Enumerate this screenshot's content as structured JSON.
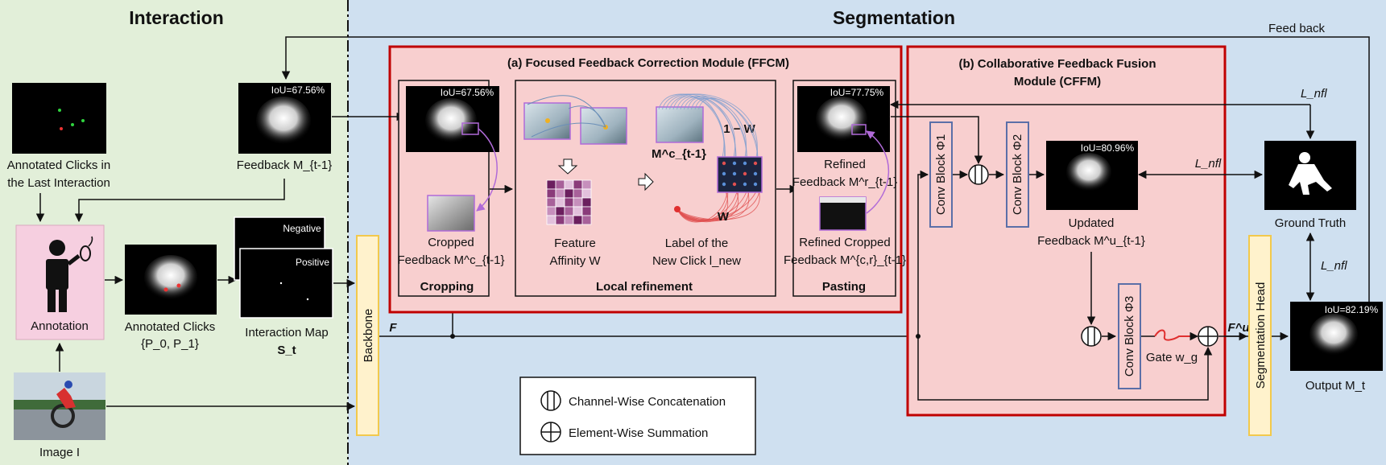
{
  "sections": {
    "interaction": "Interaction",
    "segmentation": "Segmentation"
  },
  "feedback_loop": {
    "label": "Feed back"
  },
  "interaction": {
    "last_clicks_label_1": "Annotated Clicks in",
    "last_clicks_label_2": "the Last Interaction",
    "feedback_iou": "IoU=67.56%",
    "feedback_label": "Feedback M_{t-1}",
    "annotation_label": "Annotation",
    "annotated_clicks_label": "Annotated Clicks",
    "annotated_clicks_set": "{P_0, P_1}",
    "negative_label": "Negative",
    "positive_label": "Positive",
    "interaction_map_label_1": "Interaction Map",
    "interaction_map_label_2": "S_t",
    "image_label": "Image I"
  },
  "backbone": {
    "label": "Backbone",
    "feature": "F"
  },
  "ffcm": {
    "title": "(a) Focused Feedback Correction Module (FFCM)",
    "cropping": {
      "iou": "IoU=67.56%",
      "crop_label_1": "Cropped",
      "crop_label_2": "Feedback M^c_{t-1}",
      "section_label": "Cropping"
    },
    "local_refinement": {
      "affinity_label_1": "Feature",
      "affinity_label_2": "Affinity W",
      "mc_label": "M^c_{t-1}",
      "one_minus_w": "1 − W",
      "w": "W",
      "label_click_1": "Label of the",
      "label_click_2": "New Click l_new",
      "section_label": "Local refinement"
    },
    "pasting": {
      "iou": "IoU=77.75%",
      "refined_label_1": "Refined",
      "refined_label_2": "Feedback M^r_{t-1}",
      "refined_crop_label_1": "Refined Cropped",
      "refined_crop_label_2": "Feedback M^{c,r}_{t-1}",
      "section_label": "Pasting"
    }
  },
  "cffm": {
    "title_1": "(b) Collaborative Feedback Fusion",
    "title_2": "Module (CFFM)",
    "conv1": "Conv Block Φ1",
    "conv2": "Conv Block Φ2",
    "conv3": "Conv Block Φ3",
    "updated_iou": "IoU=80.96%",
    "updated_label_1": "Updated",
    "updated_label_2": "Feedback M^u_{t-1}",
    "gate_label": "Gate w_g",
    "fu_label": "F^u"
  },
  "legend": {
    "concat": "Channel-Wise Concatenation",
    "sum": "Element-Wise Summation"
  },
  "segmentation_head": {
    "label": "Segmentation Head"
  },
  "outputs": {
    "loss_top": "L_nfl",
    "loss_mid": "L_nfl",
    "loss_bottom": "L_nfl",
    "ground_truth_label": "Ground Truth",
    "output_iou": "IoU=82.19%",
    "output_label": "Output M_t"
  },
  "colors": {
    "interaction_bg": "#e2efd9",
    "segmentation_bg": "#cfe0f0",
    "module_fill": "#f8cfcf",
    "module_border": "#c00000",
    "yellow_block": "#fff2cc",
    "yellow_border": "#f2c94c",
    "conv_border": "#5b6fa8",
    "purple": "#b06ad8",
    "red": "#e03030"
  }
}
